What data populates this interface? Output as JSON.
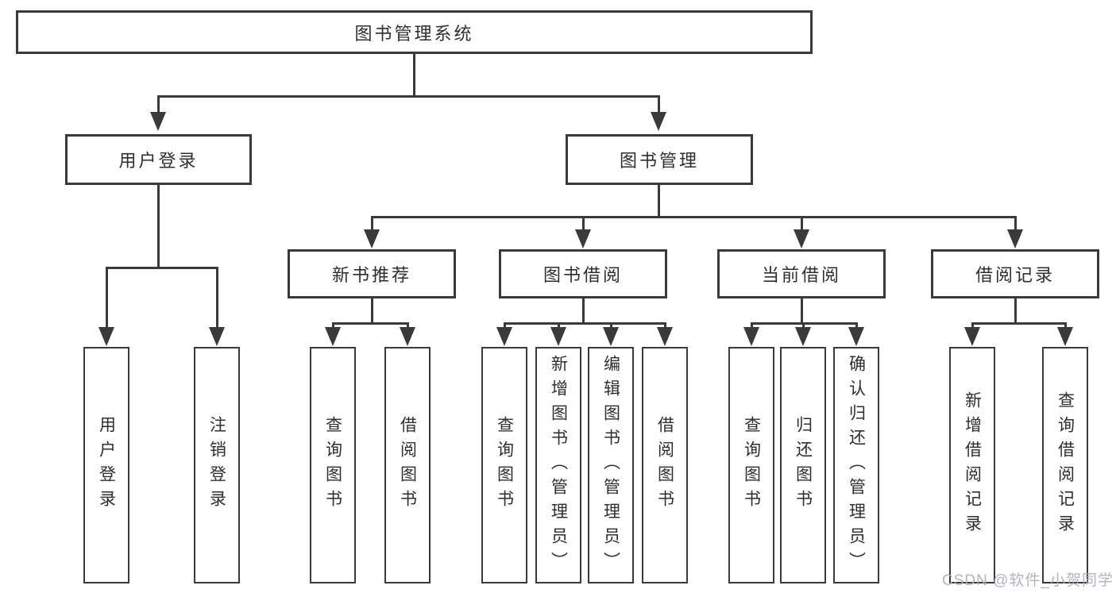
{
  "colors": {
    "line": "#3a3a3a",
    "text": "#2e2e2e",
    "watermark": "#a9adb3",
    "background": "#ffffff"
  },
  "tree": {
    "label": "图书管理系统",
    "children": [
      {
        "label": "用户登录",
        "children": [
          {
            "label": "用户登录"
          },
          {
            "label": "注销登录"
          }
        ]
      },
      {
        "label": "图书管理",
        "children": [
          {
            "label": "新书推荐",
            "children": [
              {
                "label": "查询图书"
              },
              {
                "label": "借阅图书"
              }
            ]
          },
          {
            "label": "图书借阅",
            "children": [
              {
                "label": "查询图书"
              },
              {
                "label": "新增图书（管理员）"
              },
              {
                "label": "编辑图书（管理员）"
              },
              {
                "label": "借阅图书"
              }
            ]
          },
          {
            "label": "当前借阅",
            "children": [
              {
                "label": "查询图书"
              },
              {
                "label": "归还图书"
              },
              {
                "label": "确认归还（管理员）"
              }
            ]
          },
          {
            "label": "借阅记录",
            "children": [
              {
                "label": "新增借阅记录"
              },
              {
                "label": "查询借阅记录"
              }
            ]
          }
        ]
      }
    ]
  },
  "watermark": {
    "text": "CSDN @软件_小贺同学"
  }
}
